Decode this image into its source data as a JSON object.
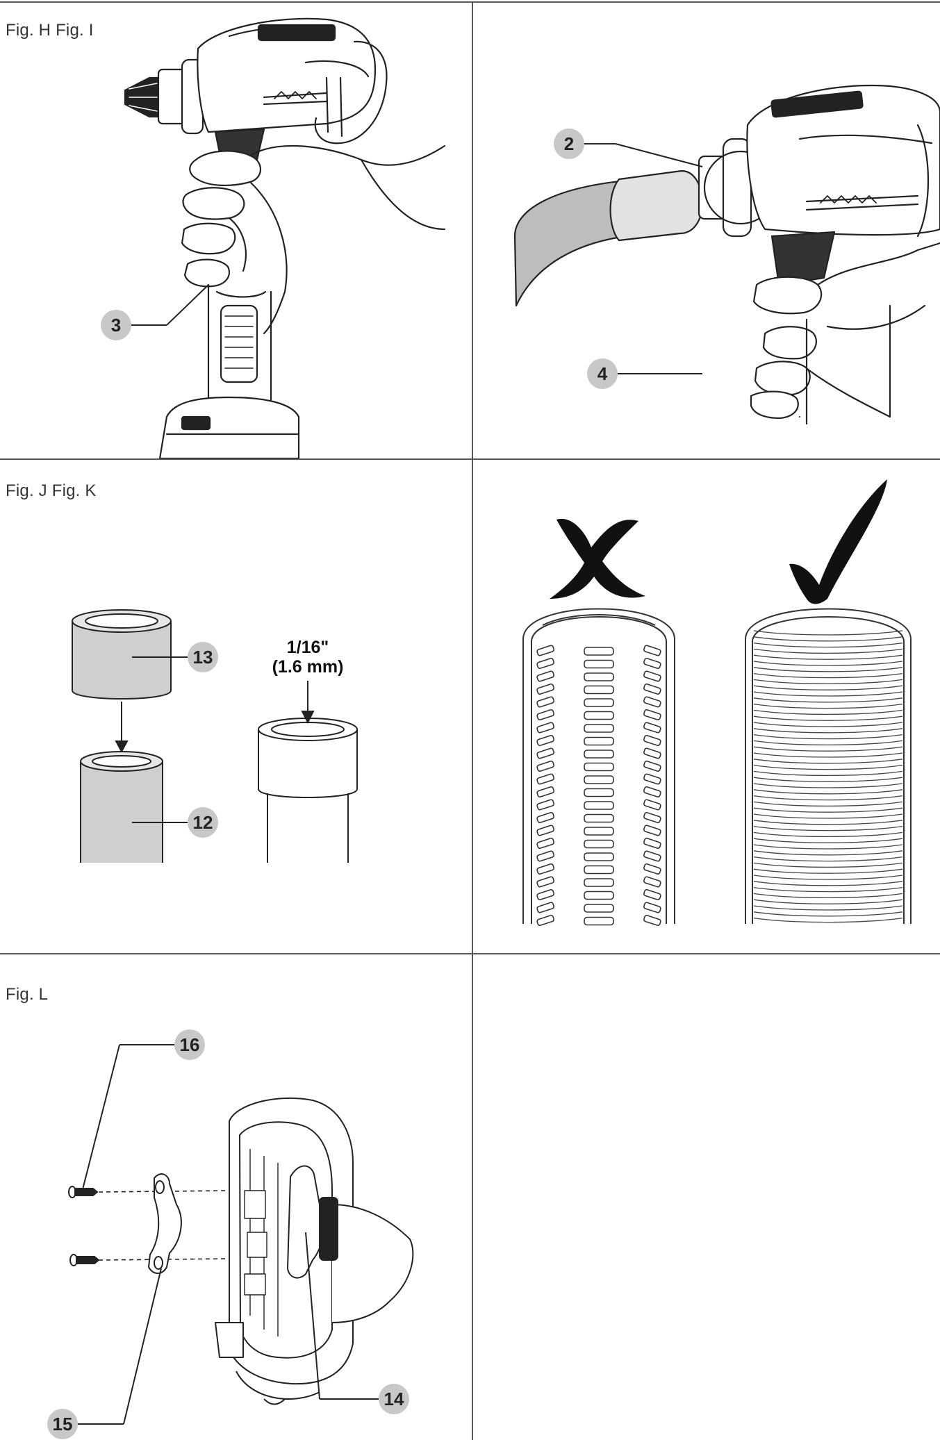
{
  "panels": {
    "top_left_label": "Fig. H Fig. I",
    "middle_left_label": "Fig. J Fig. K",
    "bottom_left_label": "Fig. L"
  },
  "callouts": {
    "c2": "2",
    "c3": "3",
    "c4": "4",
    "c12": "12",
    "c13": "13",
    "c14": "14",
    "c15": "15",
    "c16": "16"
  },
  "dimension": {
    "fraction": "1/16\"",
    "metric": "(1.6 mm)"
  },
  "colors": {
    "grid_line": "#555555",
    "callout_fill": "#c8c8c8",
    "tube_fill": "#cfcfcf",
    "hose_fill": "#bdbdbd"
  },
  "icons": {
    "wrong": "cross-mark-icon",
    "right": "check-mark-icon"
  }
}
